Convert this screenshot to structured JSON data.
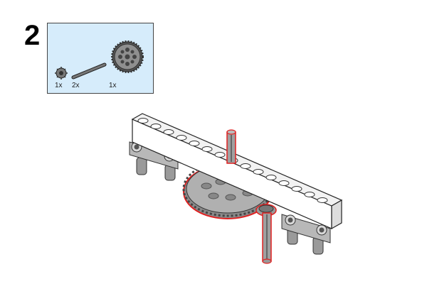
{
  "step": {
    "number": "2"
  },
  "parts_list": {
    "items": [
      {
        "part": "small-gear-icon",
        "qty": "1x"
      },
      {
        "part": "axle-icon",
        "qty": "2x"
      },
      {
        "part": "large-gear-icon",
        "qty": "1x"
      }
    ]
  },
  "colors": {
    "callout_background": "#d6ecfb",
    "highlight_outline": "#e02020",
    "beam": "#ffffff",
    "gear": "#a8a8a8",
    "pins": "#9a9a9a"
  }
}
